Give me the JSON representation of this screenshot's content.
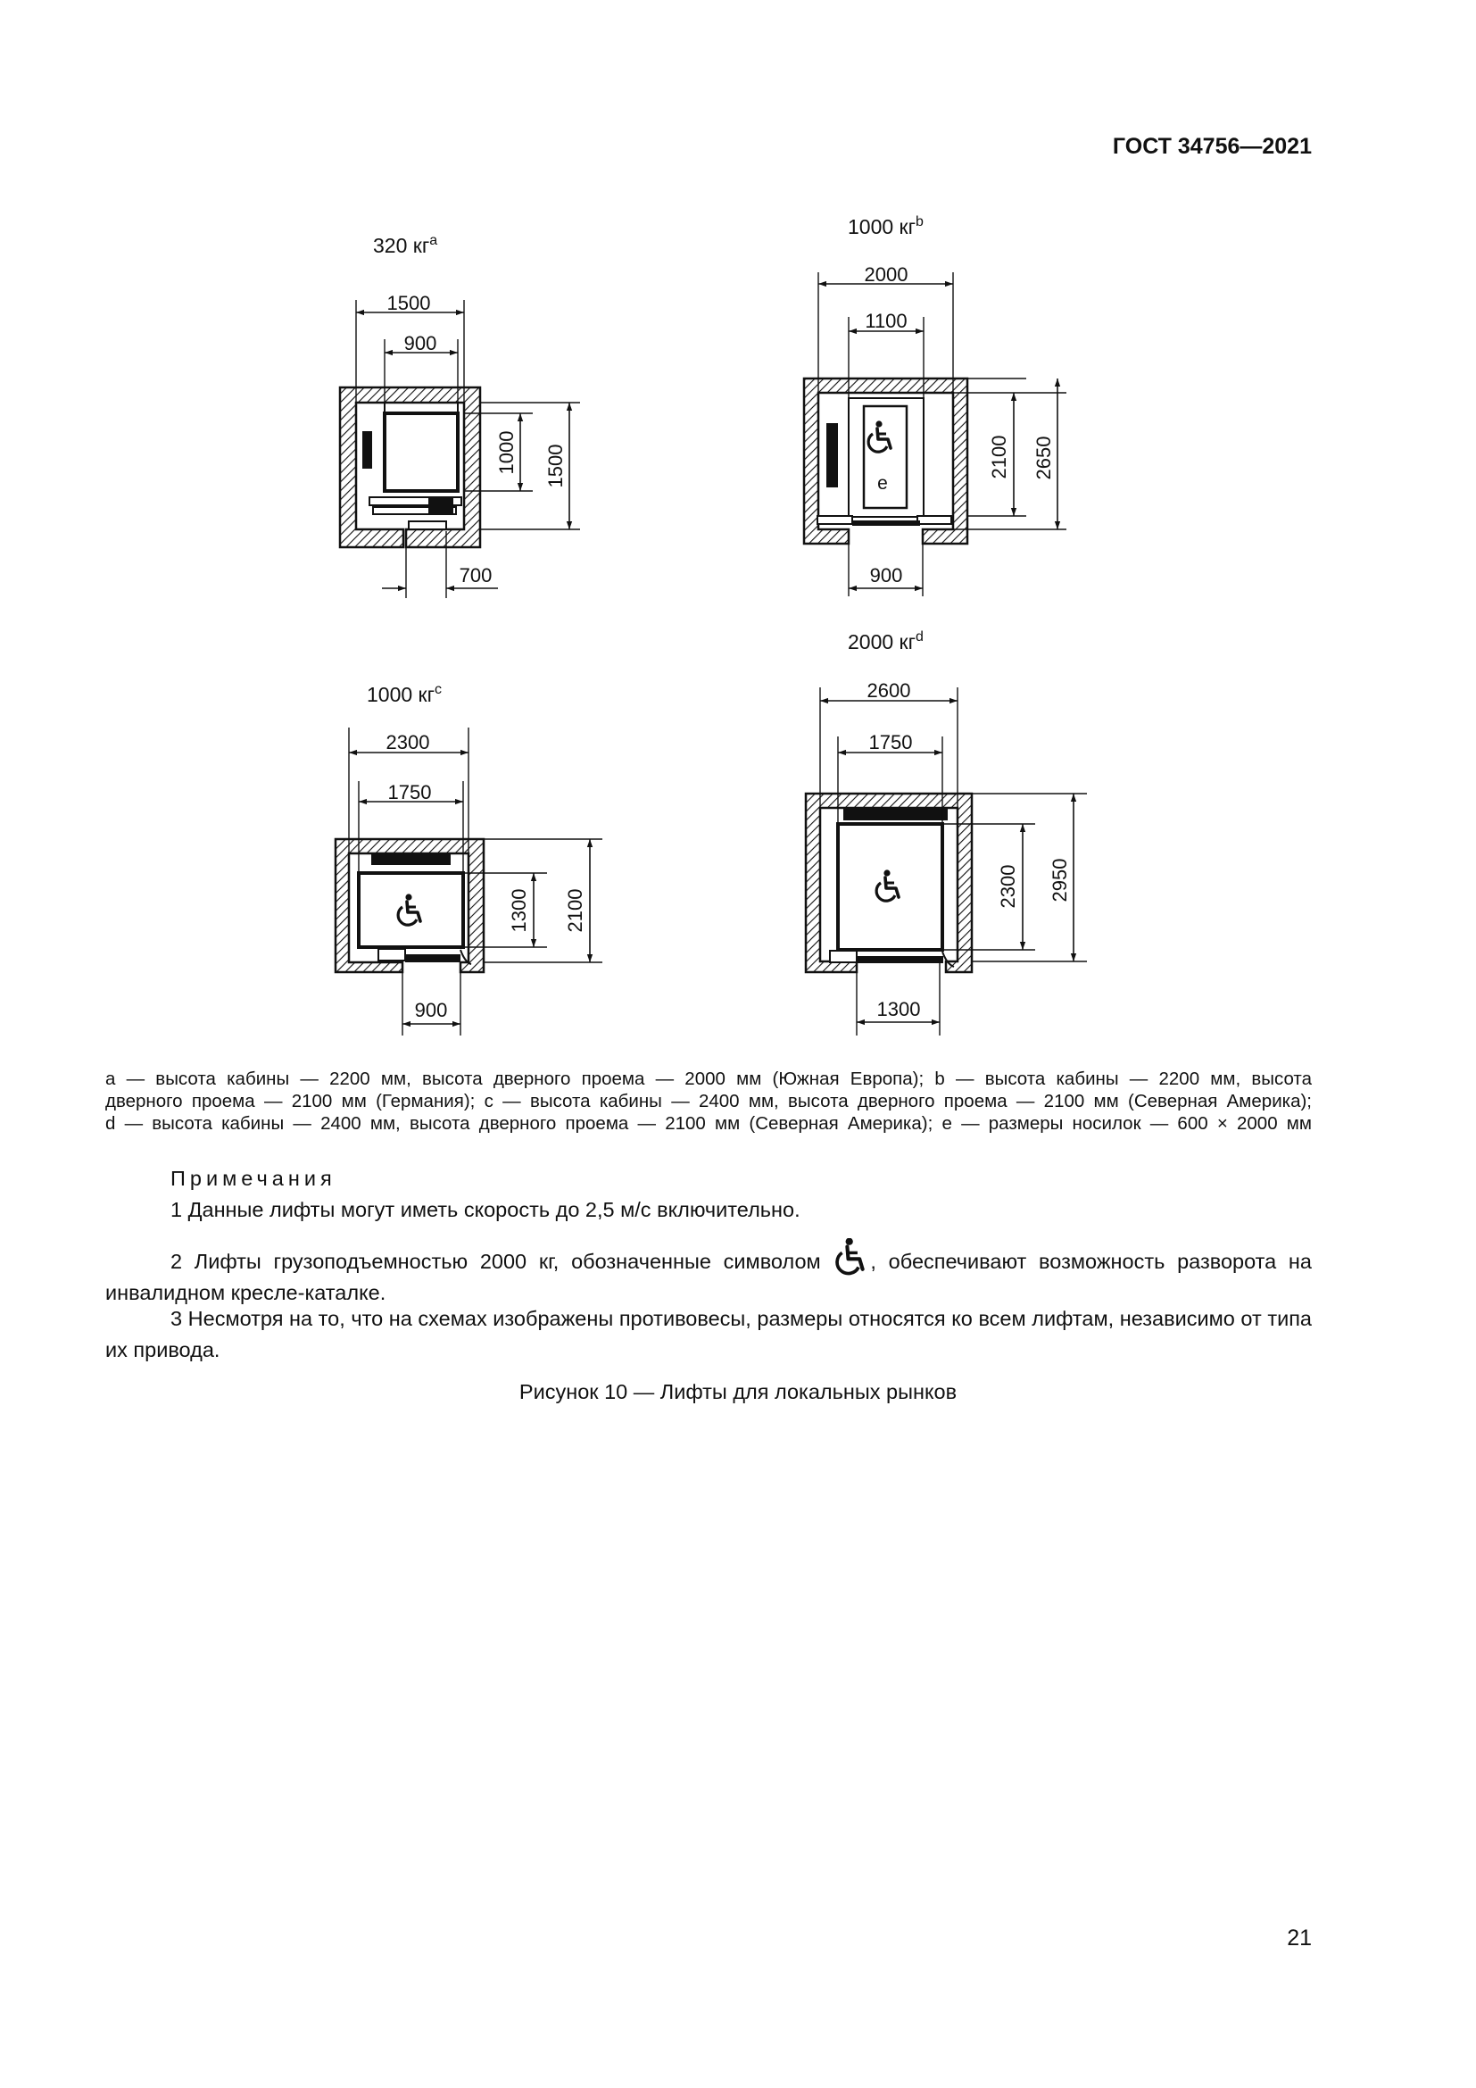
{
  "header": {
    "standard": "ГОСТ 34756—2021"
  },
  "figure": {
    "lifts": [
      {
        "id": "a",
        "capacity": "320 кг",
        "mark": "a",
        "dims": [
          "1500",
          "900",
          "1000",
          "1500",
          "700"
        ]
      },
      {
        "id": "b",
        "capacity": "1000 кг",
        "mark": "b",
        "dims": [
          "2000",
          "1100",
          "2100",
          "2650",
          "900"
        ],
        "stretcher_mark": "e"
      },
      {
        "id": "c",
        "capacity": "1000 кг",
        "mark": "c",
        "dims": [
          "2300",
          "1750",
          "1300",
          "2100",
          "900"
        ]
      },
      {
        "id": "d",
        "capacity": "2000 кг",
        "mark": "d",
        "dims": [
          "2600",
          "1750",
          "2300",
          "2950",
          "1300"
        ]
      }
    ]
  },
  "footnotes": [
    "a — высота кабины — 2200 мм, высота дверного проема — 2000 мм (Южная Европа); b — высота кабины — 2200 мм, высота",
    "дверного проема — 2100 мм (Германия); c — высота кабины — 2400 мм, высота дверного проема — 2100 мм (Северная Америка);",
    "d — высота кабины — 2400 мм, высота дверного проема — 2100 мм (Северная Америка); e — размеры носилок — 600 × 2000 мм"
  ],
  "notes": {
    "heading": "Примечания",
    "items": [
      "1  Данные лифты могут иметь скорость до 2,5 м/с включительно.",
      "2  Лифты грузоподъемностью 2000 кг, обозначенные символом",
      ", обеспечивают возможность разворота на инвалидном кресле-каталке.",
      "3  Несмотря на то, что на схемах изображены противовесы, размеры относятся ко всем лифтам, независимо от типа их привода."
    ]
  },
  "caption": "Рисунок 10 — Лифты для локальных рынков",
  "page_number": "21"
}
